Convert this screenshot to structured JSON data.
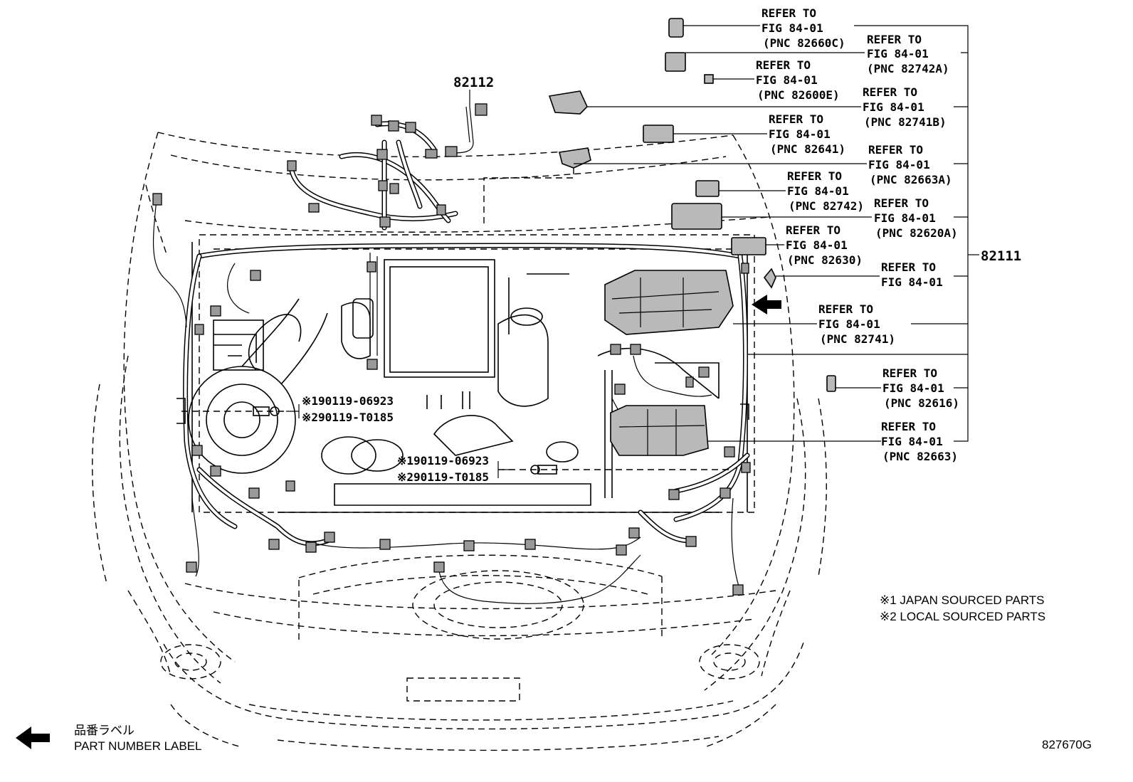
{
  "part_numbers": {
    "harness_a": "82112",
    "harness_b": "82111"
  },
  "refs": [
    {
      "l1": "REFER TO",
      "l2": "FIG 84-01",
      "l3": "(PNC 82660C)"
    },
    {
      "l1": "REFER TO",
      "l2": "FIG 84-01",
      "l3": "(PNC 82742A)"
    },
    {
      "l1": "REFER TO",
      "l2": "FIG 84-01",
      "l3": "(PNC 82600E)"
    },
    {
      "l1": "REFER TO",
      "l2": "FIG 84-01",
      "l3": "(PNC 82741B)"
    },
    {
      "l1": "REFER TO",
      "l2": "FIG 84-01",
      "l3": "(PNC 82641)"
    },
    {
      "l1": "REFER TO",
      "l2": "FIG 84-01",
      "l3": "(PNC 82663A)"
    },
    {
      "l1": "REFER TO",
      "l2": "FIG 84-01",
      "l3": "(PNC 82742)"
    },
    {
      "l1": "REFER TO",
      "l2": "FIG 84-01",
      "l3": "(PNC 82620A)"
    },
    {
      "l1": "REFER TO",
      "l2": "FIG 84-01",
      "l3": "(PNC 82630)"
    },
    {
      "l1": "REFER TO",
      "l2": "FIG 84-01",
      "l3": ""
    },
    {
      "l1": "REFER TO",
      "l2": "FIG 84-01",
      "l3": "(PNC 82741)"
    },
    {
      "l1": "REFER TO",
      "l2": "FIG 84-01",
      "l3": "(PNC 82616)"
    },
    {
      "l1": "REFER TO",
      "l2": "FIG 84-01",
      "l3": "(PNC 82663)"
    }
  ],
  "bolts": {
    "left_a": "※190119-06923",
    "left_b": "※290119-T0185",
    "center_a": "※190119-06923",
    "center_b": "※290119-T0185"
  },
  "legend": {
    "note1": "※1  JAPAN SOURCED PARTS",
    "note2": "※2  LOCAL SOURCED PARTS",
    "label_jp": "品番ラベル",
    "label_en": "PART NUMBER LABEL"
  },
  "figure_id": "827670G",
  "icons": [
    "part-number-label-arrow-icon",
    "pointer-arrow-icon"
  ]
}
